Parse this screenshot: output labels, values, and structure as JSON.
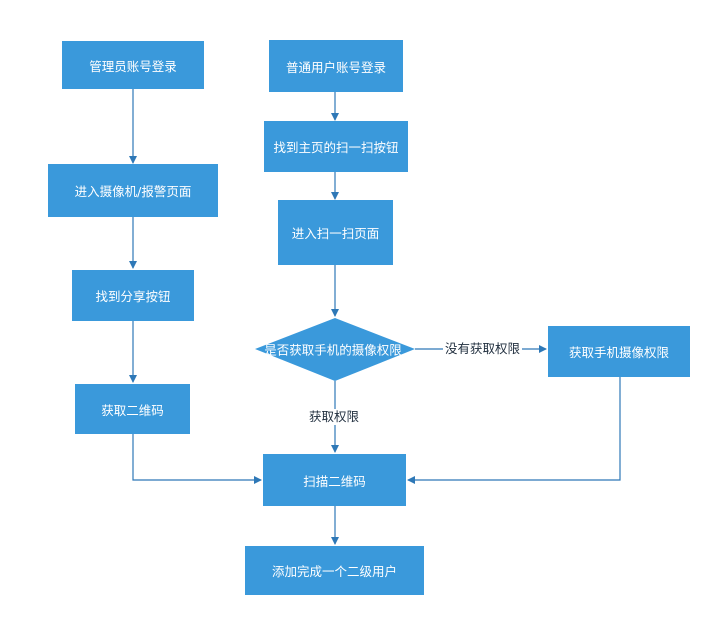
{
  "nodes": {
    "admin_login": "管理员账号登录",
    "enter_camera_page": "进入摄像机/报警页面",
    "find_share_button": "找到分享按钮",
    "get_qr_code": "获取二维码",
    "user_login": "普通用户账号登录",
    "find_scan_button": "找到主页的扫一扫按钮",
    "enter_scan_page": "进入扫一扫页面",
    "has_camera_permission": "是否获取手机的摄像权限",
    "get_camera_permission": "获取手机摄像权限",
    "scan_qr_code": "扫描二维码",
    "add_sub_user_done": "添加完成一个二级用户"
  },
  "edge_labels": {
    "no_permission": "没有获取权限",
    "has_permission": "获取权限"
  },
  "colors": {
    "node_fill": "#3a99db",
    "node_text": "#ffffff",
    "connector": "#2e78b7"
  }
}
